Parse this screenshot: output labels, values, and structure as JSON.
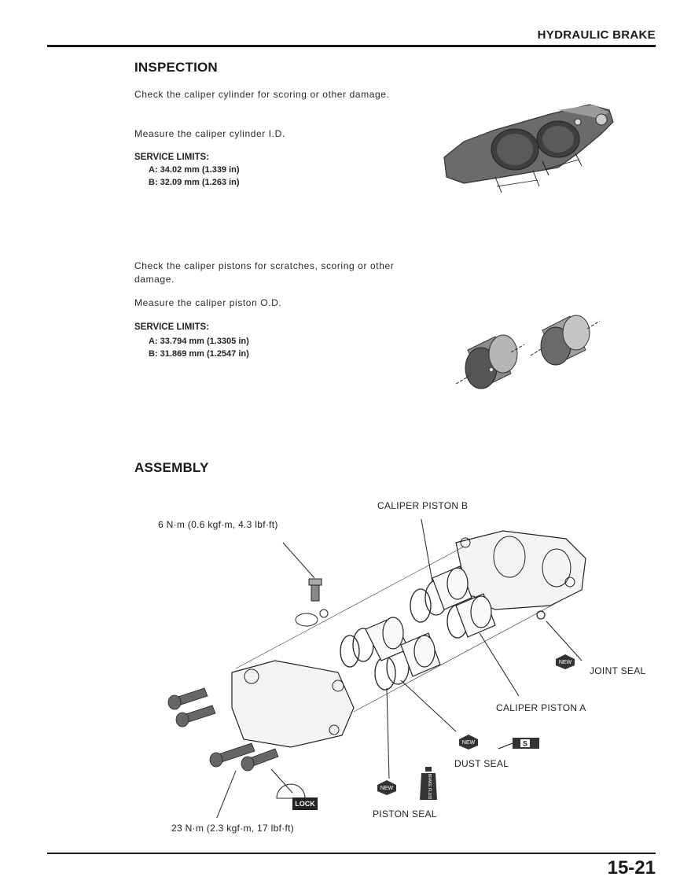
{
  "header": {
    "title": "HYDRAULIC BRAKE"
  },
  "inspection": {
    "title": "INSPECTION",
    "cylinder": {
      "paragraph1": "Check the caliper cylinder for scoring or other damage.",
      "paragraph2": "Measure the caliper cylinder I.D.",
      "limits_heading": "SERVICE LIMITS:",
      "limit_a": "A: 34.02 mm (1.339 in)",
      "limit_b": "B: 32.09 mm (1.263 in)"
    },
    "piston": {
      "paragraph1": "Check the caliper pistons for scratches, scoring or other damage.",
      "paragraph2": "Measure the caliper piston O.D.",
      "limits_heading": "SERVICE LIMITS:",
      "limit_a": "A: 33.794 mm (1.3305 in)",
      "limit_b": "B: 31.869 mm (1.2547 in)"
    }
  },
  "assembly": {
    "title": "ASSEMBLY",
    "labels": {
      "torque_bleeder": "6 N·m (0.6 kgf·m, 4.3 lbf·ft)",
      "caliper_piston_b": "CALIPER PISTON B",
      "joint_seal": "JOINT SEAL",
      "caliper_piston_a": "CALIPER PISTON A",
      "dust_seal": "DUST SEAL",
      "piston_seal": "PISTON SEAL",
      "torque_bolts": "23 N·m (2.3 kgf·m, 17 lbf·ft)"
    },
    "icons": {
      "new": "NEW",
      "lock": "LOCK",
      "grease": "S",
      "brake_fluid": "BRAKE FLUID"
    }
  },
  "footer": {
    "page_number": "15-21"
  }
}
